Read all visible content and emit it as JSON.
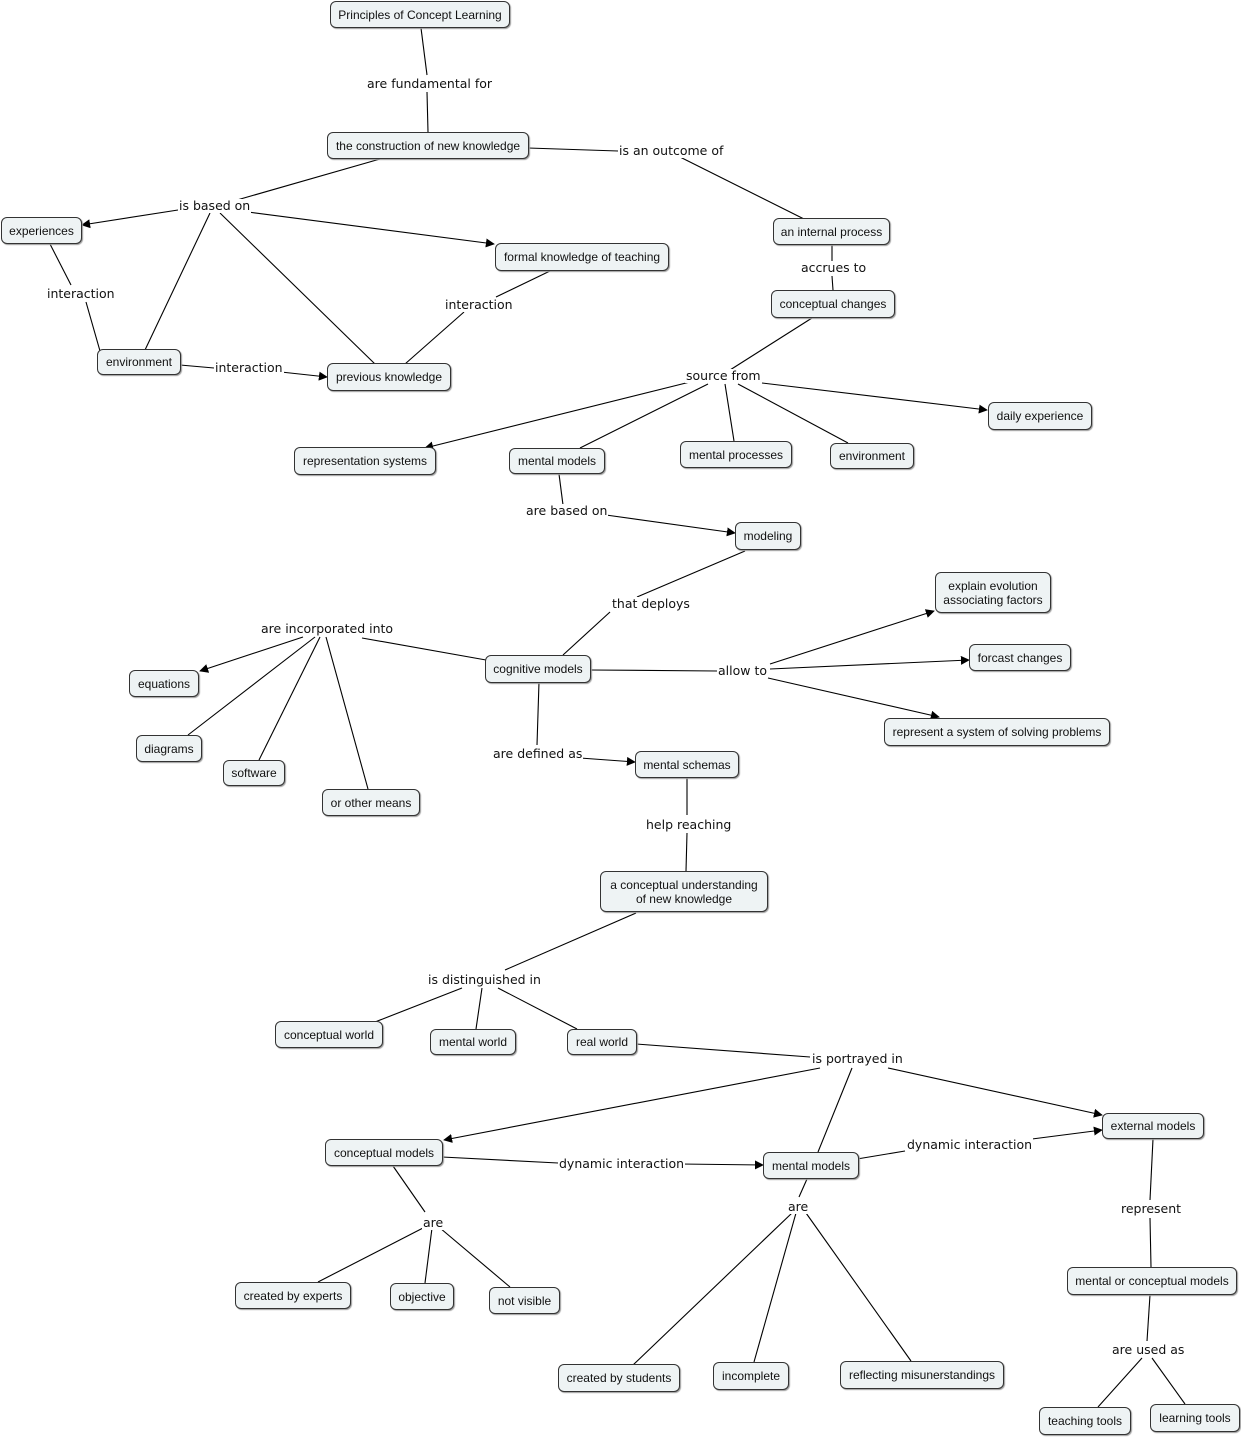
{
  "concepts": {
    "principles": "Principles of Concept Learning",
    "construction": "the construction of new knowledge",
    "experiences": "experiences",
    "formal_knowledge": "formal knowledge of teaching",
    "environment_left": "environment",
    "previous_knowledge": "previous knowledge",
    "internal_process": "an internal process",
    "conceptual_changes": "conceptual changes",
    "representation_systems": "representation systems",
    "mental_models_top": "mental models",
    "mental_processes": "mental processes",
    "environment_right": "environment",
    "daily_experience": "daily experience",
    "modeling": "modeling",
    "explain_evolution": "explain evolution\nassociating factors",
    "forcast_changes": "forcast changes",
    "represent_system": "represent a system of solving problems",
    "cognitive_models": "cognitive models",
    "equations": "equations",
    "diagrams": "diagrams",
    "software": "software",
    "other_means": "or other means",
    "mental_schemas": "mental schemas",
    "conceptual_understanding": "a conceptual understanding\nof new knowledge",
    "conceptual_world": "conceptual world",
    "mental_world": "mental world",
    "real_world": "real world",
    "conceptual_models": "conceptual models",
    "mental_models_bottom": "mental models",
    "external_models": "external models",
    "created_by_experts": "created by experts",
    "objective": "objective",
    "not_visible": "not visible",
    "created_by_students": "created by students",
    "incomplete": "incomplete",
    "reflecting": "reflecting misunerstandings",
    "mental_or_conceptual": "mental or conceptual models",
    "teaching_tools": "teaching tools",
    "learning_tools": "learning tools"
  },
  "link_phrases": {
    "are_fundamental_for": "are fundamental for",
    "is_an_outcome_of": "is an outcome of",
    "is_based_on": "is based on",
    "interaction_a": "interaction",
    "interaction_b": "interaction",
    "interaction_c": "interaction",
    "accrues_to": "accrues to",
    "source_from": "source from",
    "are_based_on": "are based on",
    "that_deploys": "that deploys",
    "are_incorporated_into": "are incorporated into",
    "allow_to": "allow to",
    "are_defined_as": "are defined as",
    "help_reaching": "help reaching",
    "is_distinguished_in": "is distinguished in",
    "is_portrayed_in": "is portrayed in",
    "dynamic_interaction_a": "dynamic interaction",
    "dynamic_interaction_b": "dynamic interaction",
    "are_a": "are",
    "are_b": "are",
    "represent": "represent",
    "are_used_as": "are used as"
  }
}
